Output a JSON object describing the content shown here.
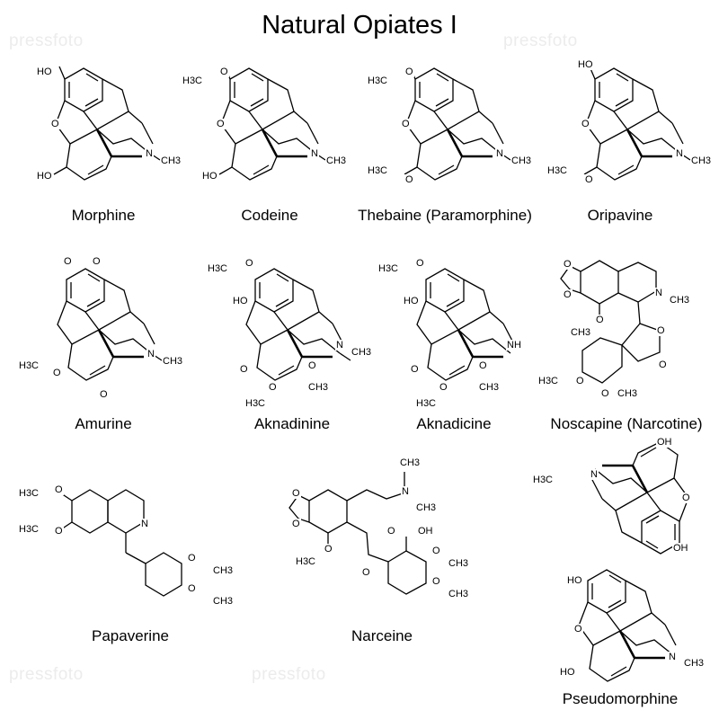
{
  "title": "Natural Opiates I",
  "watermark": "pressfoto",
  "molecules": [
    {
      "name": "Morphine",
      "atoms": [
        "HO",
        "O",
        "HO",
        "N",
        "CH3"
      ]
    },
    {
      "name": "Codeine",
      "atoms": [
        "H3C",
        "O",
        "O",
        "HO",
        "N",
        "CH3"
      ]
    },
    {
      "name": "Thebaine (Paramorphine)",
      "atoms": [
        "H3C",
        "O",
        "O",
        "H3C",
        "O",
        "N",
        "CH3"
      ]
    },
    {
      "name": "Oripavine",
      "atoms": [
        "HO",
        "O",
        "H3C",
        "O",
        "N",
        "CH3"
      ]
    },
    {
      "name": "Amurine",
      "atoms": [
        "O",
        "O",
        "H3C",
        "O",
        "O",
        "N",
        "CH3"
      ]
    },
    {
      "name": "Aknadinine",
      "atoms": [
        "H3C",
        "O",
        "HO",
        "O",
        "O",
        "H3C",
        "O",
        "CH3",
        "N",
        "CH3"
      ]
    },
    {
      "name": "Aknadicine",
      "atoms": [
        "H3C",
        "O",
        "HO",
        "O",
        "O",
        "H3C",
        "O",
        "CH3",
        "NH"
      ]
    },
    {
      "name": "Noscapine (Narcotine)",
      "atoms": [
        "O",
        "O",
        "O",
        "CH3",
        "N",
        "CH3",
        "O",
        "O",
        "H3C",
        "O",
        "O",
        "CH3"
      ]
    },
    {
      "name": "Papaverine",
      "atoms": [
        "H3C",
        "O",
        "H3C",
        "O",
        "N",
        "O",
        "CH3",
        "O",
        "CH3"
      ]
    },
    {
      "name": "Narceine",
      "atoms": [
        "CH3",
        "N",
        "CH3",
        "O",
        "O",
        "O",
        "OH",
        "O",
        "H3C",
        "O",
        "O",
        "CH3",
        "O",
        "CH3"
      ]
    },
    {
      "name": "Pseudomorphine",
      "atoms": [
        "OH",
        "O",
        "H3C",
        "N",
        "OH",
        "HO",
        "O",
        "N",
        "CH3",
        "HO"
      ]
    }
  ]
}
